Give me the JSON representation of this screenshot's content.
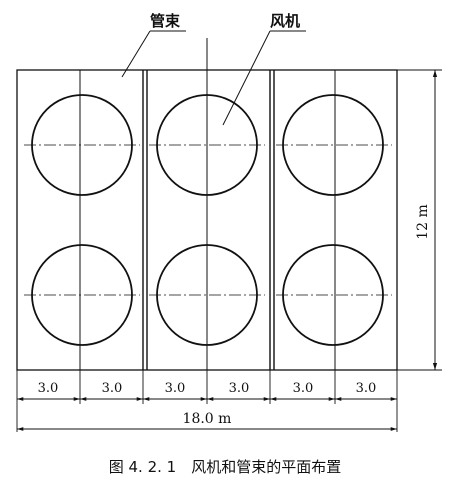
{
  "labels": {
    "tube_bundle": "管束",
    "fan": "风机"
  },
  "dimensions": {
    "height": "12 m",
    "total_width": "18.0 m",
    "segments": [
      "3.0",
      "3.0",
      "3.0",
      "3.0",
      "3.0",
      "3.0"
    ]
  },
  "caption": "图 4. 2. 1　风机和管束的平面布置"
}
